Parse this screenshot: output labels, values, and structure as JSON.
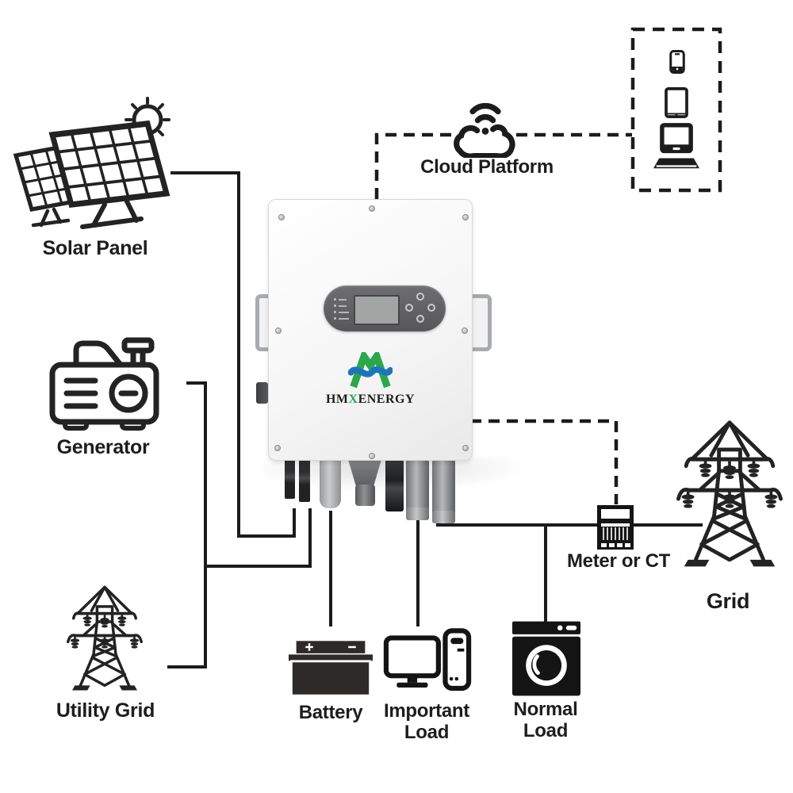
{
  "page": {
    "background": "#ffffff"
  },
  "colors": {
    "wire": "#1b1b1b",
    "label_ink": "#1d1d1d",
    "icon_ink": "#232323",
    "logo_green": "#2ba84a",
    "logo_blue": "#1c75bc",
    "inverter_body": "#f6f6f7",
    "control_panel": "#5f5f62"
  },
  "nodes": {
    "solar_panel": {
      "label": "Solar Panel"
    },
    "generator": {
      "label": "Generator"
    },
    "utility_grid": {
      "label": "Utility Grid"
    },
    "cloud_platform": {
      "label": "Cloud Platform"
    },
    "inverter": {
      "brand_prefix": "HM",
      "brand_accent": "X",
      "brand_suffix": "ENERGY"
    },
    "meter": {
      "label": "Meter or CT"
    },
    "grid": {
      "label": "Grid"
    },
    "battery": {
      "label": "Battery"
    },
    "important_load": {
      "label_line1": "Important",
      "label_line2": "Load"
    },
    "normal_load": {
      "label_line1": "Normal",
      "label_line2": "Load"
    }
  },
  "icons": {
    "solar_panel": "solar-panel-icon",
    "sun": "sun-icon",
    "generator": "generator-icon",
    "utility_grid": "transmission-tower-icon",
    "cloud": "wifi-cloud-icon",
    "smartphone": "smartphone-icon",
    "tablet": "tablet-icon",
    "laptop": "laptop-icon",
    "meter": "energy-meter-icon",
    "grid": "transmission-tower-icon",
    "battery": "battery-icon",
    "important_load": "desktop-computer-icon",
    "normal_load": "washing-machine-icon"
  }
}
